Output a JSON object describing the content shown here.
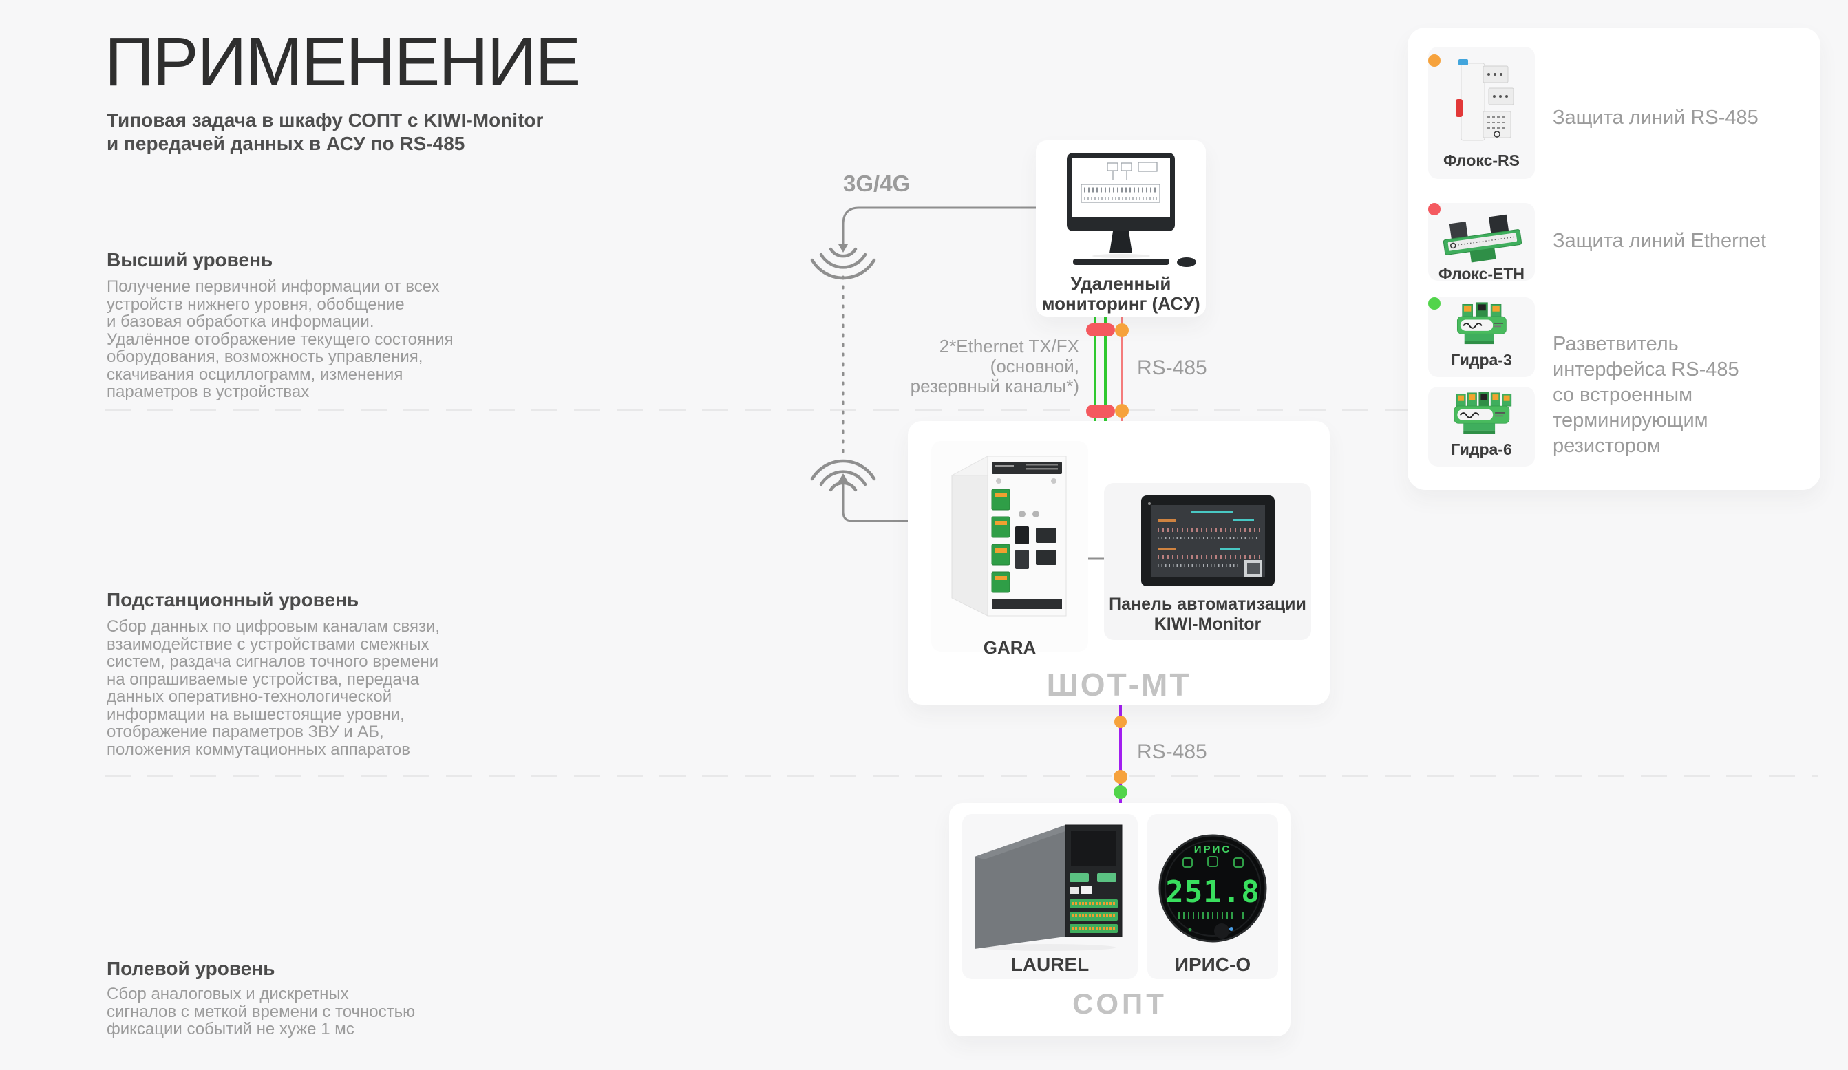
{
  "page": {
    "title": "ПРИМЕНЕНИЕ",
    "subtitle": "Типовая задача в шкафу СОПТ с KIWI-Monitor\nи передачей данных в АСУ по RS-485"
  },
  "levels": [
    {
      "heading": "Высший уровень",
      "body": "Получение первичной информации от всех\nустройств нижнего уровня, обобщение\nи базовая обработка информации.\nУдалённое отображение текущего состояния\nоборудования, возможность управления,\nскачивания осциллограмм, изменения\nпараметров в устройствах"
    },
    {
      "heading": "Подстанционный уровень",
      "body": "Сбор данных по цифровым каналам связи,\nвзаимодействие с устройствами смежных\nсистем, раздача сигналов точного времени\nна опрашиваемые устройства, передача\nданных оперативно-технологической\nинформации на вышестоящие уровни,\nотображение параметров ЗВУ и АБ,\nположения коммутационных аппаратов"
    },
    {
      "heading": "Полевой уровень",
      "body": "Сбор аналоговых и дискретных\nсигналов с меткой времени с точностью\nфиксации событий не хуже 1 мс"
    }
  ],
  "diagram": {
    "wireless_label": "3G/4G",
    "remote_monitoring_label": "Удаленный\nмониторинг (АСУ)",
    "ethernet_label": "2*Ethernet TX/FX\n(основной,\nрезервный каналы*)",
    "rs485_top_label": "RS-485",
    "rs485_bottom_label": "RS-485",
    "shot_mt": {
      "label": "ШОТ-МТ",
      "devices": [
        {
          "name": "GARA"
        },
        {
          "name": "Панель автоматизации\nKIWI-Monitor"
        }
      ]
    },
    "sopt": {
      "label": "СОПТ",
      "devices": [
        {
          "name": "LAUREL"
        },
        {
          "name": "ИРИС-О"
        }
      ],
      "iris_brand": "ИРИС",
      "iris_display": "251.8"
    }
  },
  "legend": {
    "items": [
      {
        "device": "Флокс-RS",
        "marker_color": "#F6A23C",
        "description": "Защита линий RS-485"
      },
      {
        "device": "Флокс-ETH",
        "marker_color": "#F4595F",
        "description": "Защита линий Ethernet"
      },
      {
        "device": "Гидра-3",
        "marker_color": "#52D44B",
        "description": "Разветвитель\nинтерфейса RS-485\nсо встроенным\nтерминирующим\nрезистором"
      },
      {
        "device": "Гидра-6"
      }
    ]
  },
  "colors": {
    "ethernet_green": "#2FC82F",
    "rs485_salmon": "#F47C7C",
    "rs485_purple": "#A21EF0",
    "junction_red": "#F4595F",
    "junction_orange": "#F6A23C",
    "junction_green": "#52D44B",
    "route_gray": "#8F8F8F"
  }
}
